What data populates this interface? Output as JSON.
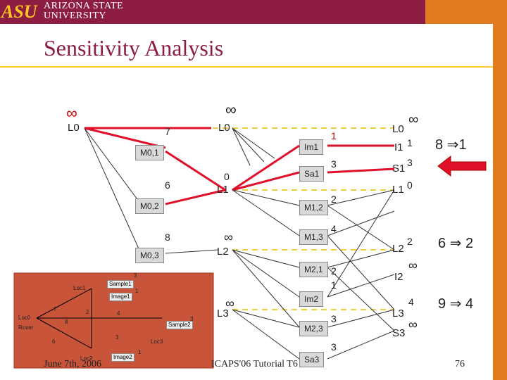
{
  "header": {
    "logo": "ASU",
    "university_line1": "ARIZONA STATE",
    "university_line2": "UNIVERSITY"
  },
  "title": "Sensitivity Analysis",
  "colors": {
    "maroon": "#8c1d40",
    "gold": "#ffc627",
    "orange": "#e07b20",
    "red_edge": "#e0102a"
  },
  "diagram": {
    "infinity": "∞",
    "level_labels": [
      "L0",
      "L0",
      "L1",
      "L2",
      "L3"
    ],
    "nodes": [
      "M0,1",
      "M0,2",
      "M0,3",
      "Im1",
      "Sa1",
      "M1,2",
      "M1,3",
      "M2,1",
      "Im2",
      "M2,3",
      "Sa3"
    ],
    "edge_costs": {
      "m01": "7",
      "m02": "6",
      "m03": "8",
      "l1": "0",
      "l2": "∞",
      "l3": "∞",
      "im1": "1",
      "sa1": "3",
      "m12": "2",
      "m13": "4",
      "m21": "2",
      "im2": "1",
      "m23": "3",
      "sa3": "3"
    },
    "right_column": {
      "L0": "L0",
      "l0_val": "∞",
      "I1": "I1",
      "i1_val": "1",
      "S1": "S1",
      "s1_val": "3",
      "L1": "L1",
      "l1_val": "0",
      "L2": "L2",
      "l2_val": "2",
      "I2": "I2",
      "i2_val": "∞",
      "L3": "L3",
      "l3_val": "4",
      "S3": "S3",
      "s3_val": "∞"
    },
    "changes": [
      "8 ⇒1",
      "6 ⇒ 2",
      "9 ⇒ 4"
    ]
  },
  "inset": {
    "labels": [
      "Loc1",
      "Loc0",
      "Rover",
      "Loc2",
      "Sample1",
      "Image1",
      "Sample2",
      "Image2",
      "Loc3"
    ],
    "numbers": [
      "3",
      "1",
      "7",
      "2",
      "4",
      "8",
      "3",
      "6",
      "3",
      "1"
    ]
  },
  "footer": {
    "date": "June 7th, 2006",
    "center": "ICAPS'06 Tutorial T6",
    "page": "76"
  }
}
